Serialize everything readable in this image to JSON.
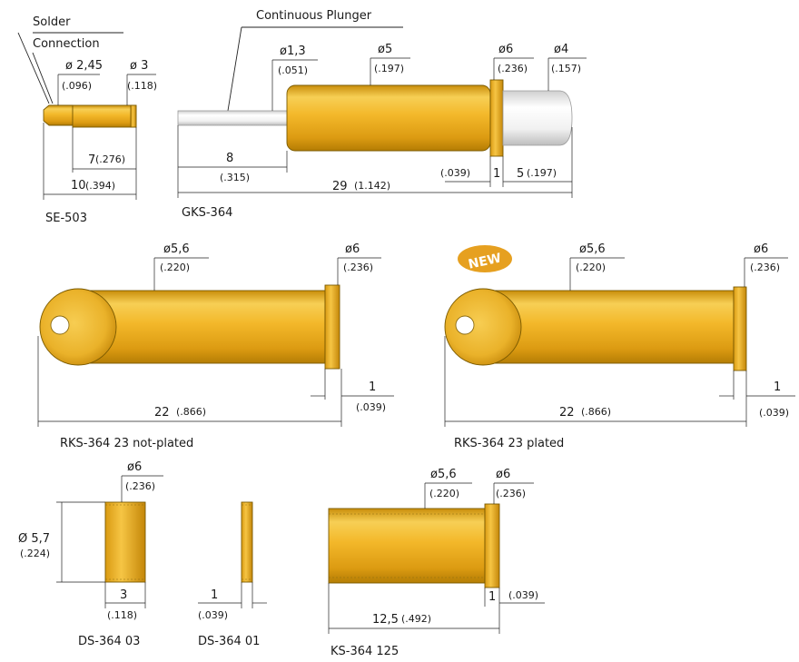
{
  "callouts": {
    "solder_connection_line1": "Solder",
    "solder_connection_line2": "Connection",
    "continuous_plunger": "Continuous Plunger",
    "new_badge": "NEW"
  },
  "se503": {
    "name": "SE-503",
    "d1": "ø 2,45",
    "d1_in": "(.096)",
    "d2": "ø 3",
    "d2_in": "(.118)",
    "len1": "7",
    "len1_in": "(.276)",
    "len2": "10",
    "len2_in": "(.394)"
  },
  "gks364": {
    "name": "GKS-364",
    "d_plunger": "ø1,3",
    "d_plunger_in": "(.051)",
    "d_body": "ø5",
    "d_body_in": "(.197)",
    "d_collar": "ø6",
    "d_collar_in": "(.236)",
    "d_tip": "ø4",
    "d_tip_in": "(.157)",
    "len_plunger": "8",
    "len_plunger_in": "(.315)",
    "collar": "1",
    "collar_in": "(.039)",
    "len_tip": "5",
    "len_tip_in": "(.197)",
    "total": "29",
    "total_in": "(1.142)"
  },
  "rks_not_plated": {
    "name": "RKS-364 23 not-plated",
    "d_body": "ø5,6",
    "d_body_in": "(.220)",
    "d_collar": "ø6",
    "d_collar_in": "(.236)",
    "collar": "1",
    "collar_in": "(.039)",
    "total": "22",
    "total_in": "(.866)"
  },
  "rks_plated": {
    "name": "RKS-364 23 plated",
    "d_body": "ø5,6",
    "d_body_in": "(.220)",
    "d_collar": "ø6",
    "d_collar_in": "(.236)",
    "collar": "1",
    "collar_in": "(.039)",
    "total": "22",
    "total_in": "(.866)"
  },
  "ds36403": {
    "name": "DS-364 03",
    "d_outer": "ø6",
    "d_outer_in": "(.236)",
    "d_side": "Ø 5,7",
    "d_side_in": "(.224)",
    "len": "3",
    "len_in": "(.118)"
  },
  "ds36401": {
    "name": "DS-364 01",
    "len": "1",
    "len_in": "(.039)"
  },
  "ks364125": {
    "name": "KS-364 125",
    "d_body": "ø5,6",
    "d_body_in": "(.220)",
    "d_collar": "ø6",
    "d_collar_in": "(.236)",
    "collar": "1",
    "collar_in": "(.039)",
    "total": "12,5",
    "total_in": "(.492)"
  },
  "colors": {
    "gold_light": "#f6c84a",
    "gold_mid": "#e0a21a",
    "gold_dark": "#b07a05",
    "silver_light": "#ffffff",
    "silver_dark": "#c9c9c9",
    "badge": "#e6a020"
  }
}
